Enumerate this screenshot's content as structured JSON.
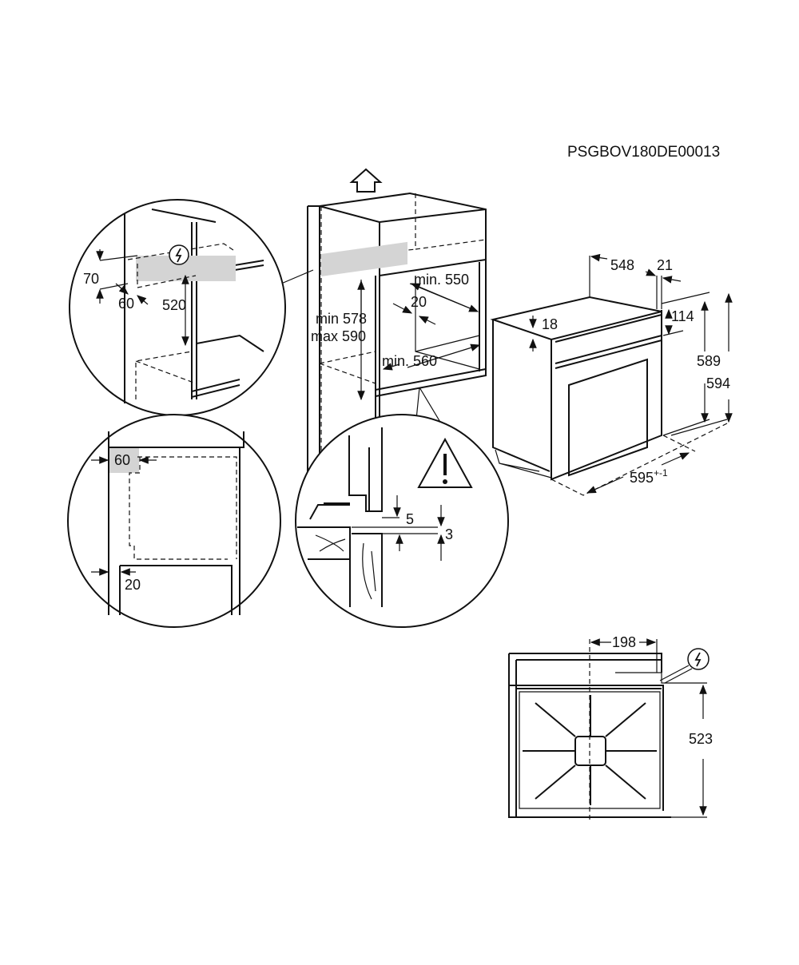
{
  "drawing_code": "PSGBOV180DE00013",
  "detail_top": {
    "height": "70",
    "depth": "60",
    "offset": "520"
  },
  "detail_side": {
    "gap": "60",
    "inset": "20"
  },
  "cabinet": {
    "width_min": "min. 550",
    "recess": "20",
    "height_min": "min 578",
    "height_max": "max 590",
    "depth_min": "min. 560"
  },
  "detail_floor": {
    "gap": "5",
    "floor": "3"
  },
  "oven": {
    "depth": "548",
    "front": "21",
    "top_panel": "18",
    "control_panel": "114",
    "height_body": "589",
    "height_total": "594",
    "width": "595",
    "width_tolerance": "+-1"
  },
  "bottom_view": {
    "socket_offset": "198",
    "socket_height": "523"
  }
}
